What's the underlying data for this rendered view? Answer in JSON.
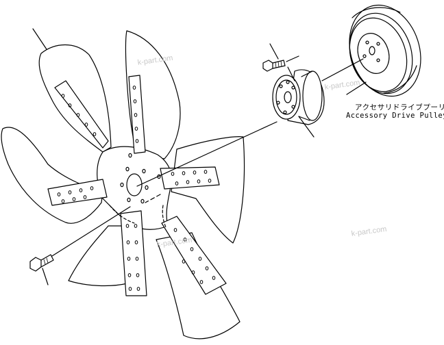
{
  "diagram": {
    "parts": [
      {
        "id": "fan",
        "icon": "cooling-fan"
      },
      {
        "id": "spacer",
        "icon": "fan-spacer"
      },
      {
        "id": "pulley",
        "icon": "accessory-drive-pulley"
      },
      {
        "id": "bolt-upper",
        "icon": "hex-bolt"
      },
      {
        "id": "bolt-lower",
        "icon": "hex-bolt"
      }
    ],
    "callout": {
      "label_jp": "アクセサリドライブプーリ",
      "label_en": "Accessory Drive Pulley"
    },
    "watermark": "k-part.com",
    "line_color": "#000000",
    "watermark_color": "#c8c8c8"
  }
}
